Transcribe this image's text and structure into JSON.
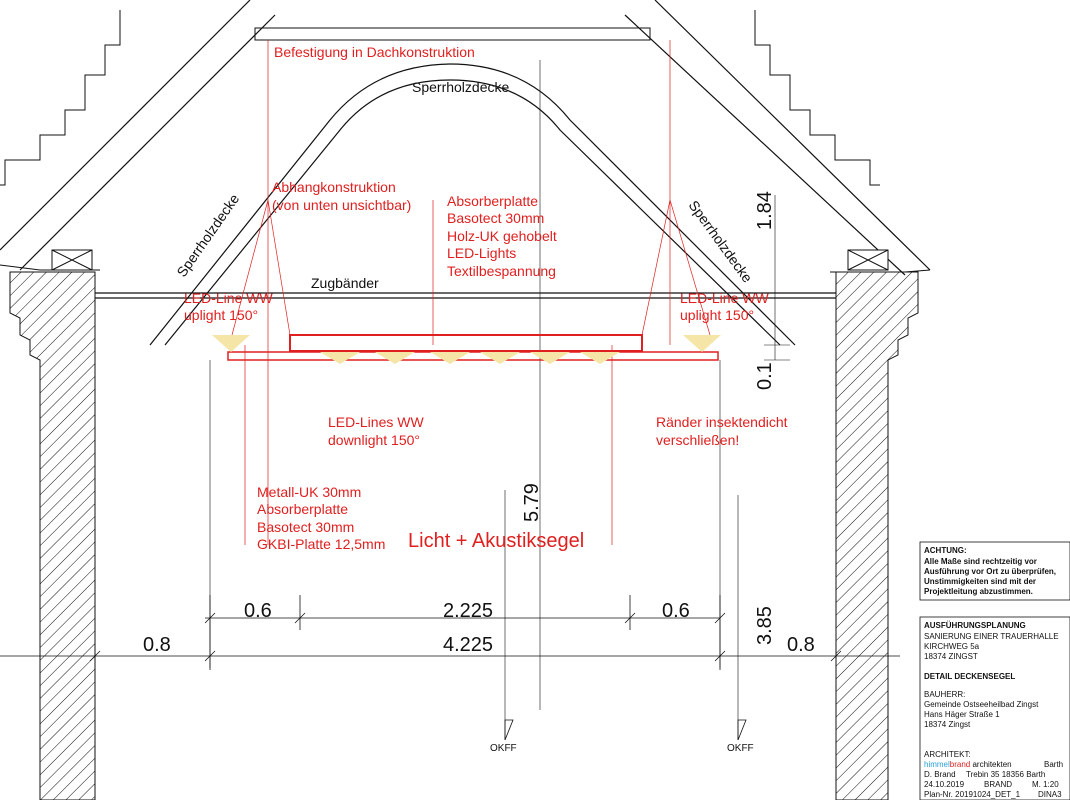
{
  "colors": {
    "annotation": "#e02020",
    "line": "#111111",
    "logo_blue": "#2a9fd6"
  },
  "labels": {
    "befestigung": "Befestigung in Dachkonstruktion",
    "sperrholz_top": "Sperrholzdecke",
    "sperrholz_left": "Sperrholzdecke",
    "sperrholz_right": "Sperrholzdecke",
    "abhang_1": "Abhangkonstruktion",
    "abhang_2": "(von unten unsichtbar)",
    "absorber_1": "Absorberplatte",
    "absorber_2": "Basotect 30mm",
    "absorber_3": "Holz-UK gehobelt",
    "absorber_4": "LED-Lights",
    "absorber_5": "Textilbespannung",
    "zugbaender": "Zugbänder",
    "led_left_1": "LED-Line WW",
    "led_left_2": "uplight 150°",
    "led_right_1": "LED-Line WW",
    "led_right_2": "uplight 150°",
    "led_down_1": "LED-Lines WW",
    "led_down_2": "downlight 150°",
    "raender_1": "Ränder insektendicht",
    "raender_2": "verschließen!",
    "metall_1": "Metall-UK 30mm",
    "metall_2": "Absorberplatte",
    "metall_3": "Basotect 30mm",
    "metall_4": "GKBI-Platte 12,5mm",
    "title": "Licht + Akustiksegel"
  },
  "dimensions": {
    "d184": "1.84",
    "d01": "0.1",
    "d579": "5.79",
    "d385": "3.85",
    "d06_left": "0.6",
    "d2225": "2.225",
    "d06_right": "0.6",
    "d08_left": "0.8",
    "d4225": "4.225",
    "d08_right": "0.8",
    "okff_left": "OKFF",
    "okff_right": "OKFF"
  },
  "notice": {
    "heading": "ACHTUNG:",
    "line1": "Alle Maße sind rechtzeitig vor",
    "line2": "Ausführung vor Ort zu überprüfen,",
    "line3": "Unstimmigkeiten sind mit der",
    "line4": "Projektleitung abzustimmen."
  },
  "title_block": {
    "phase": "AUSFÜHRUNGSPLANUNG",
    "project": "SANIERUNG EINER TRAUERHALLE",
    "street": "KIRCHWEG 5a",
    "city": "18374 ZINGST",
    "drawing": "DETAIL DECKENSEGEL",
    "client_heading": "BAUHERR:",
    "client_1": "Gemeinde Ostseeheilbad Zingst",
    "client_2": "Hans Häger Straße 1",
    "client_3": "18374 Zingst",
    "architect_heading": "ARCHITEKT:",
    "logo_part1": "himmel",
    "logo_part2": "brand",
    "logo_rest": " architekten",
    "barth": "Barth",
    "arch_name": "D. Brand",
    "arch_addr": "Trebin 35   18356 Barth",
    "date": "24.10.2019",
    "drawn_by": "BRAND",
    "scale": "M. 1:20",
    "plan_no": "Plan-Nr. 20191024_DET_1",
    "format": "DINA3"
  }
}
